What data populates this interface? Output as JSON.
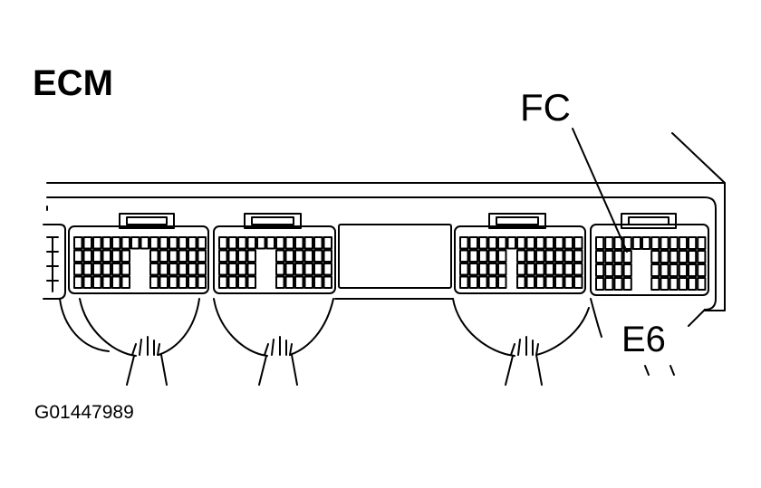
{
  "diagram": {
    "title": "ECM",
    "callouts": {
      "fc": "FC",
      "e6": "E6"
    },
    "figure_id": "G01447989"
  },
  "colors": {
    "ink": "#000000",
    "paper": "#ffffff"
  }
}
